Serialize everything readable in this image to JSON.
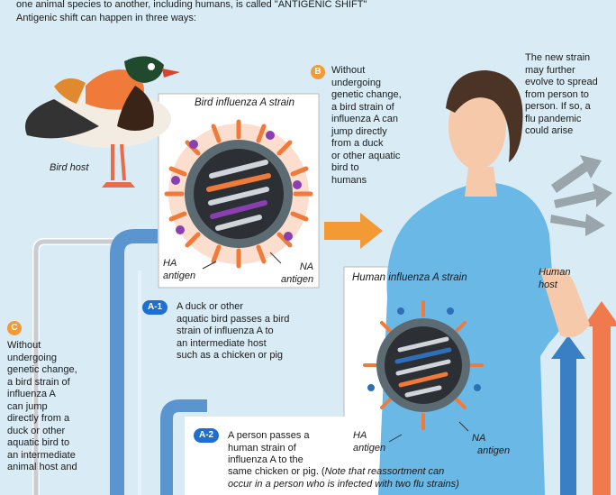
{
  "intro": {
    "line1": "one animal species to another, including humans, is called \"ANTIGENIC SHIFT\"",
    "line2": "Antigenic shift can happen in three ways:"
  },
  "bird_host": {
    "label": "Bird host"
  },
  "bird_strain": {
    "title": "Bird influenza A strain",
    "ha_label": [
      "HA",
      "antigen"
    ],
    "na_label": [
      "NA",
      "antigen"
    ]
  },
  "human_strain": {
    "title": "Human influenza A strain",
    "ha_label": [
      "HA",
      "antigen"
    ],
    "na_label": [
      "NA",
      "antigen"
    ]
  },
  "path_b": {
    "badge": "B",
    "lines": [
      "Without",
      "undergoing",
      "genetic change,",
      "a bird strain of",
      "influenza A can",
      "jump directly",
      "from a duck",
      "or other aquatic",
      "bird to",
      "humans"
    ]
  },
  "new_strain": {
    "lines": [
      "The new strain",
      "may further",
      "evolve to spread",
      "from person to",
      "person. If so, a",
      "flu pandemic",
      "could arise"
    ]
  },
  "human_host": {
    "lines": [
      "Human",
      "host"
    ]
  },
  "path_a1": {
    "badge": "A-1",
    "lines": [
      "A duck or other",
      "aquatic bird passes a bird",
      "strain of influenza A to",
      "an intermediate host",
      "such as a chicken or pig"
    ]
  },
  "path_c": {
    "badge": "C",
    "lines": [
      "Without",
      "undergoing",
      "genetic change,",
      "a bird strain of",
      "influenza A",
      "can jump",
      "directly from a",
      "duck or other",
      "aquatic bird to",
      "an intermediate",
      "animal host and"
    ]
  },
  "path_a2": {
    "badge": "A-2",
    "line1": "A person passes a",
    "line2": "human strain of",
    "line3": "influenza A to the",
    "line4_plain": "same chicken or pig.  (",
    "line4_italic": "Note that reassortment can",
    "line5_italic": "occur in a person who is infected with two flu strains)"
  },
  "colors": {
    "background": "#d9ecf6",
    "badge_blue": "#1f6fd1",
    "badge_orange": "#f39a35",
    "arrow_blue": "#3a7fc4",
    "arrow_orange": "#f07a4e",
    "arrow_gray": "#9aa4ab"
  }
}
